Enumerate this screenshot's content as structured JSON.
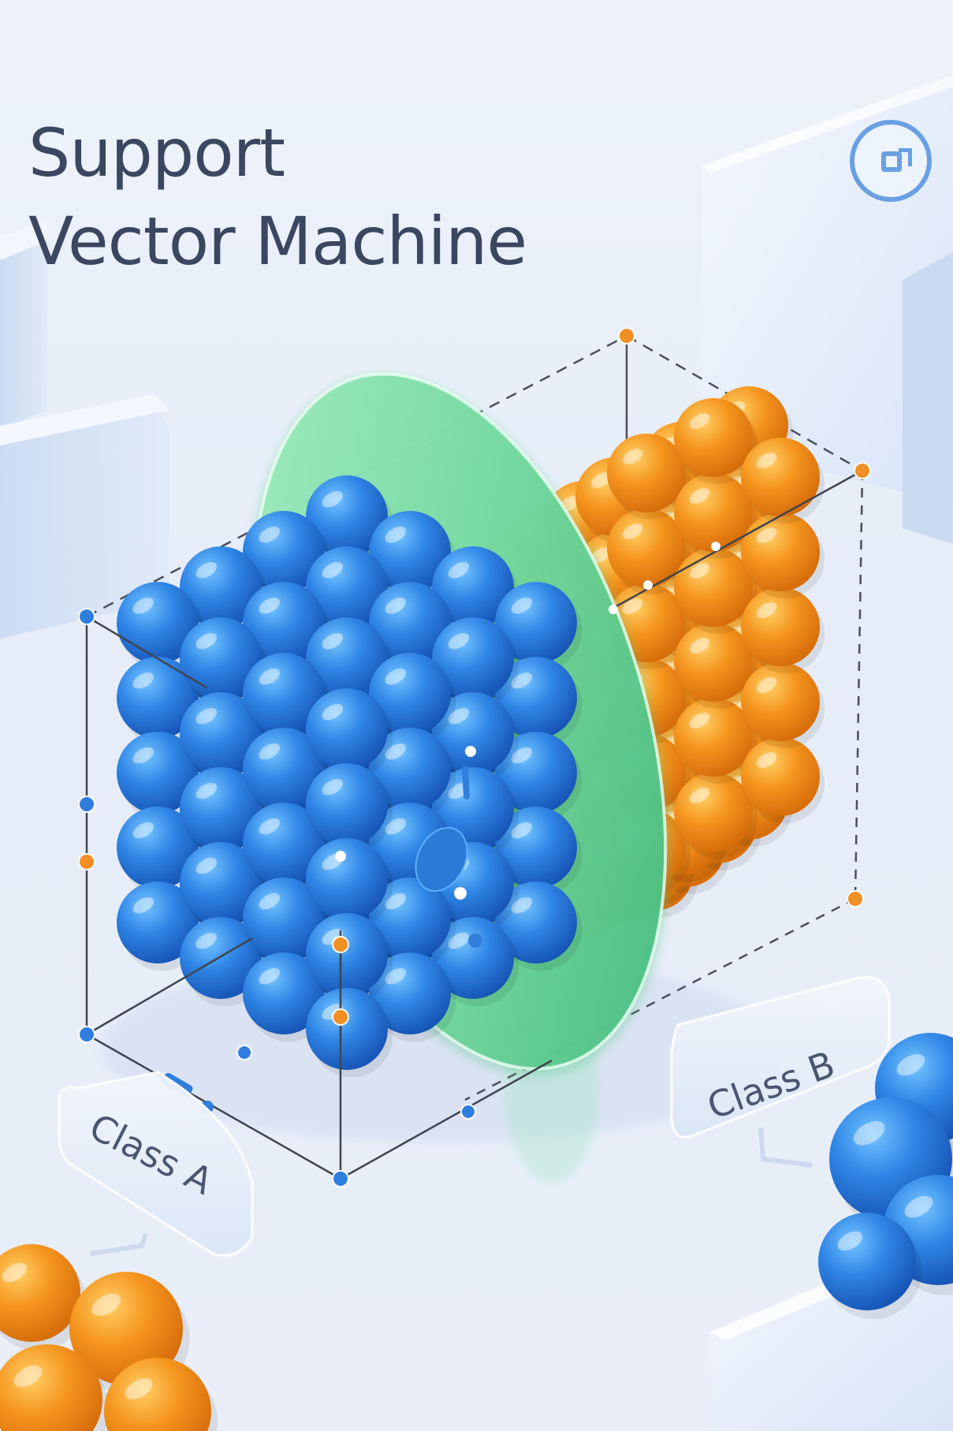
{
  "title": {
    "line1": "Support",
    "line2": "Vector Machine"
  },
  "labels": {
    "class_a": "Class A",
    "class_b": "Class B"
  },
  "icons": {
    "brand": "square-in-circle-icon"
  },
  "colors": {
    "class_a": "#2f7ede",
    "class_b": "#f08f23",
    "hyperplane": "#6fd69c",
    "title_text": "#3b4660",
    "accent": "#6aa0e3"
  }
}
